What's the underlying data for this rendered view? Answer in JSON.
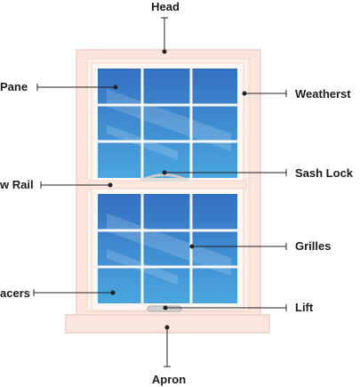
{
  "labels": {
    "head": "Head",
    "pane": "Pane",
    "weatherstrip": "Weatherst",
    "check_rail": "w Rail",
    "sash_lock": "Sash Lock",
    "grilles": "Grilles",
    "spacers": "acers",
    "lift": "Lift",
    "apron": "Apron"
  },
  "colors": {
    "frame": "#fbe6de",
    "frame_edge": "#f1cfc2",
    "glass_dark": "#3a78c6",
    "glass_light": "#54a3dd",
    "grille": "#f7f7f7",
    "leader": "#222222",
    "hardware": "#c9c9c9"
  }
}
